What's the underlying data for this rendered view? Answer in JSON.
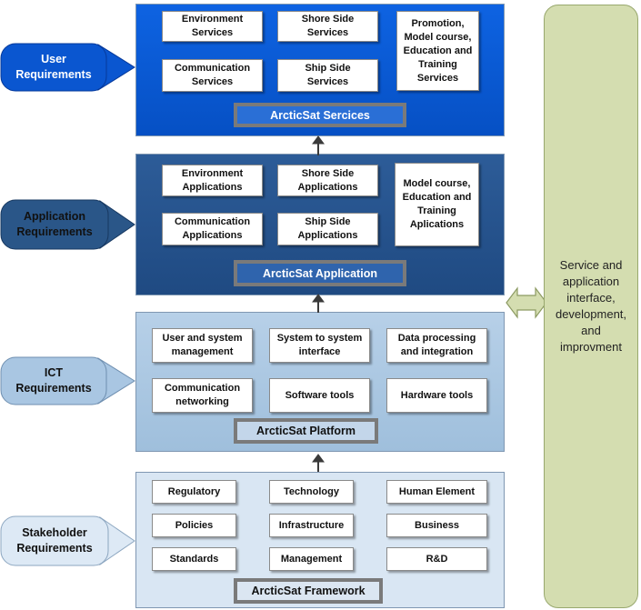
{
  "services": {
    "title": "ArcticSat Sercices",
    "items": [
      "Environment\nServices",
      "Shore Side\nServices",
      "Communication\nServices",
      "Ship Side\nServices",
      "Promotion,\nModel course,\nEducation and\nTraining\nServices"
    ]
  },
  "application": {
    "title": "ArcticSat Application",
    "items": [
      "Environment\nApplications",
      "Shore Side\nApplications",
      "Communication\nApplications",
      "Ship Side\nApplications",
      "Model course,\nEducation and\nTraining\nAplications"
    ]
  },
  "platform": {
    "title": "ArcticSat Platform",
    "items": [
      "User and system\nmanagement",
      "System to system\ninterface",
      "Data processing\nand integration",
      "Communication\nnetworking",
      "Software tools",
      "Hardware tools"
    ]
  },
  "framework": {
    "title": "ArcticSat Framework",
    "items": [
      "Regulatory",
      "Technology",
      "Human Element",
      "Policies",
      "Infrastructure",
      "Business",
      "Standards",
      "Management",
      "R&D"
    ]
  },
  "requirements": {
    "user": "User\nRequirements",
    "application": "Application\nRequirements",
    "ict": "ICT\nRequirements",
    "stakeholder": "Stakeholder\nRequirements"
  },
  "side_panel": "Service and\napplication\ninterface,\ndevelopment,\nand\nimprovment",
  "colors": {
    "services_bg": "#0a5bd6",
    "application_bg": "#1f4f8a",
    "platform_bg": "#a6c4e0",
    "framework_bg": "#d7e5f2",
    "side_panel_bg": "#d4ddb0"
  }
}
